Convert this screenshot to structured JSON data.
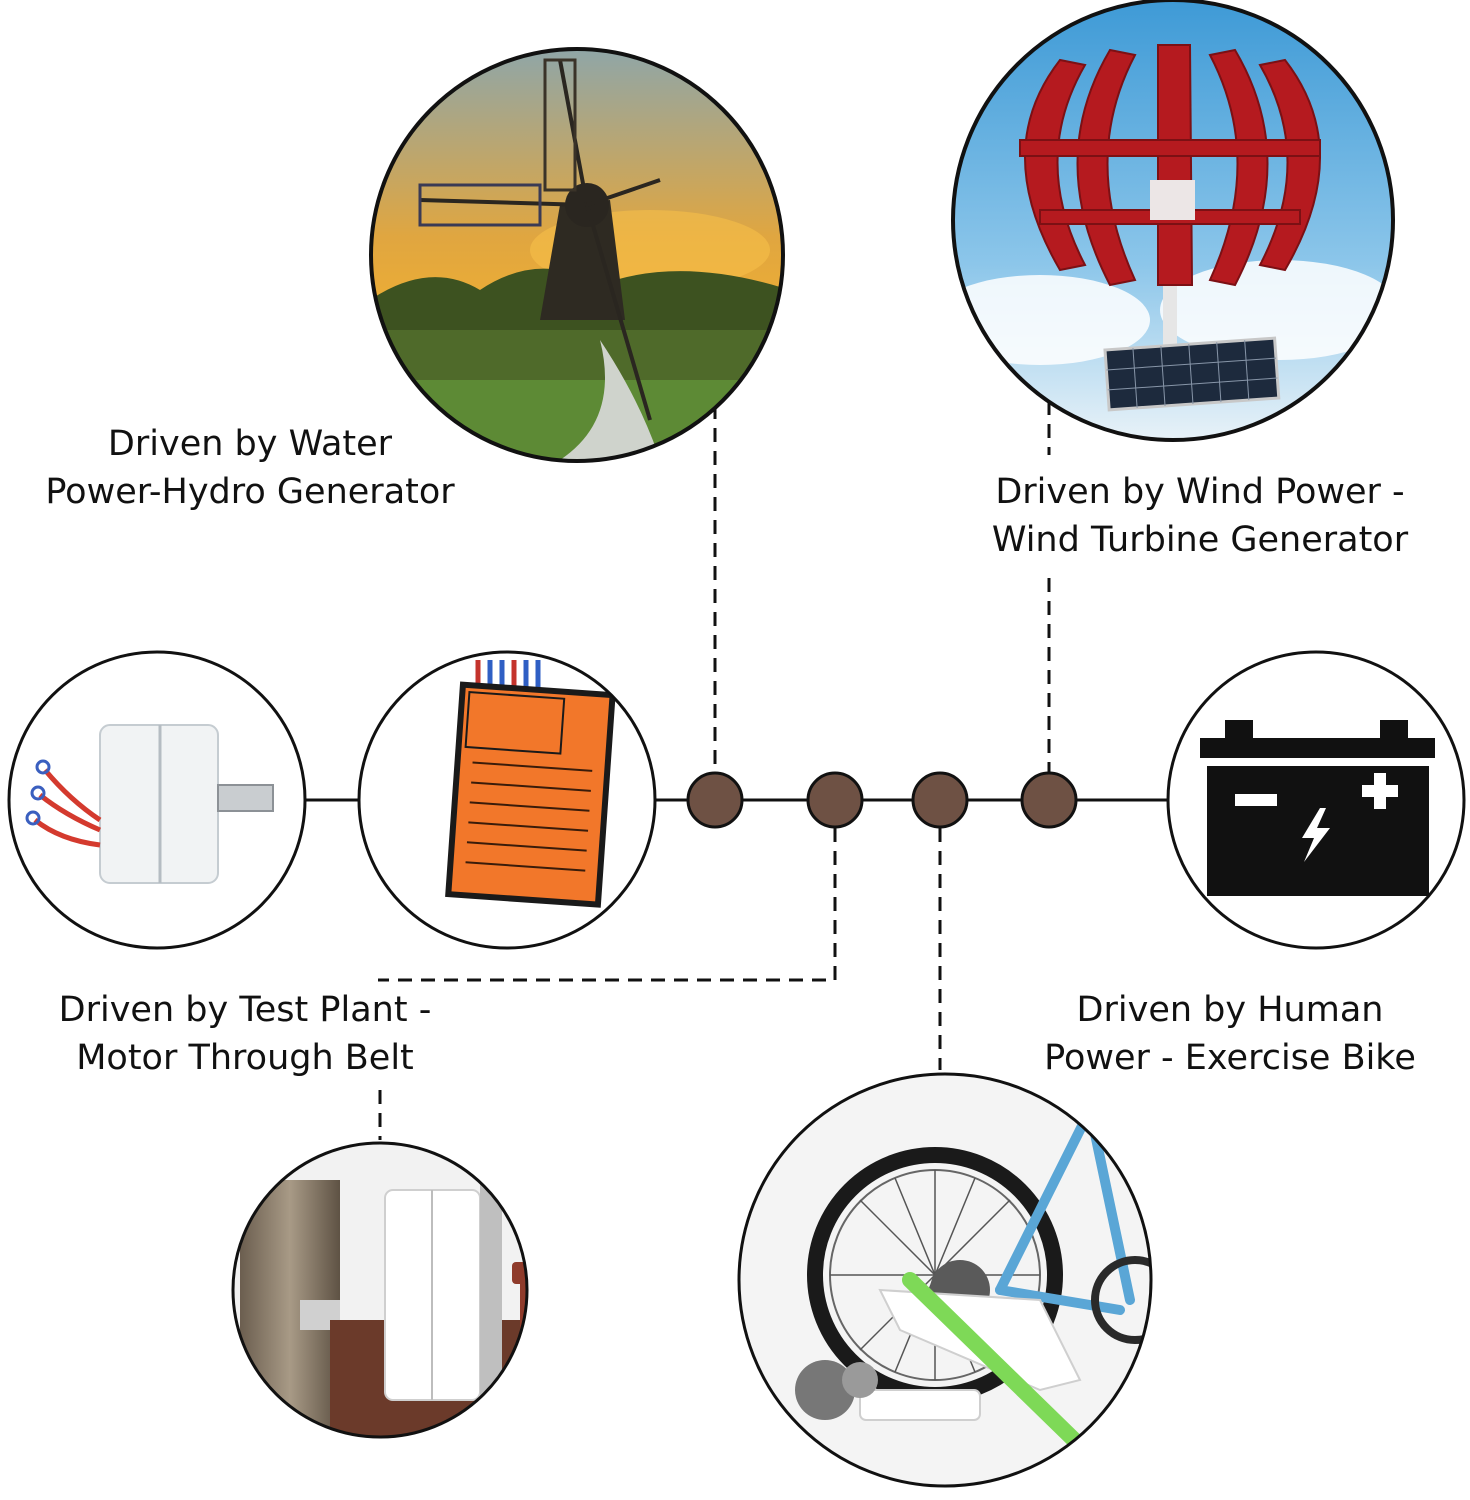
{
  "labels": {
    "hydro": [
      "Driven by Water",
      "Power-Hydro Generator"
    ],
    "wind": [
      "Driven by Wind Power -",
      "Wind Turbine Generator"
    ],
    "test_plant": [
      "Driven by Test Plant -",
      "Motor Through Belt"
    ],
    "human": [
      "Driven by Human",
      "Power - Exercise Bike"
    ]
  },
  "colors": {
    "line": "#111111",
    "node": "#6e5144",
    "controller_orange": "#f2772a",
    "turbine_red": "#b51a1f",
    "battery": "#111111"
  },
  "icons": {
    "generator": "generator-motor-icon",
    "controller": "wind-controller-icon",
    "battery": "battery-icon",
    "windmill": "windmill-photo",
    "vertical_turbine": "vertical-wind-turbine-photo",
    "belt_motor": "belt-motor-photo",
    "exercise_bike": "exercise-bike-photo"
  }
}
